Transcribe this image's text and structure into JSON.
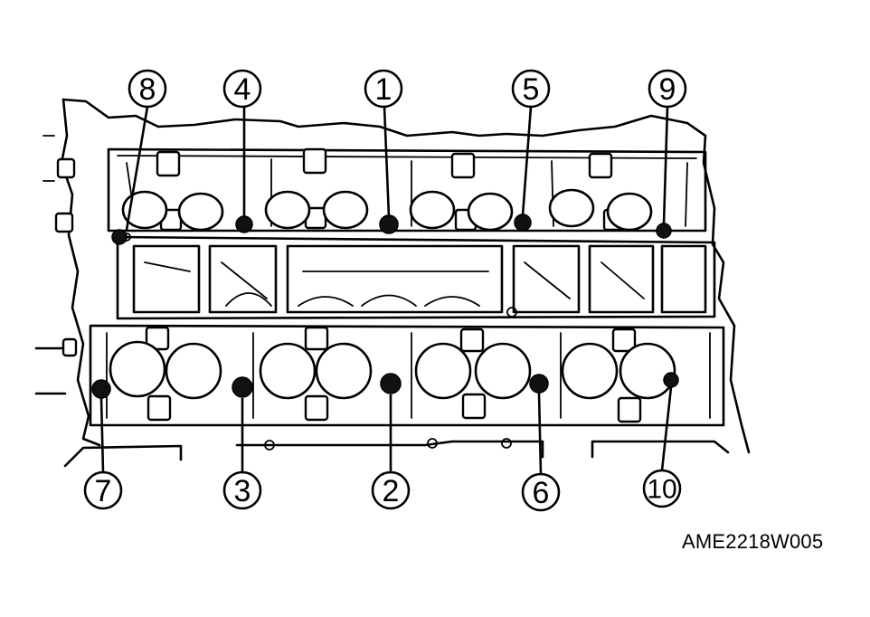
{
  "figure_code": "AME2218W005",
  "callouts": [
    {
      "label": "8"
    },
    {
      "label": "4"
    },
    {
      "label": "1"
    },
    {
      "label": "5"
    },
    {
      "label": "9"
    },
    {
      "label": "7"
    },
    {
      "label": "3"
    },
    {
      "label": "2"
    },
    {
      "label": "6"
    },
    {
      "label": "10"
    }
  ]
}
